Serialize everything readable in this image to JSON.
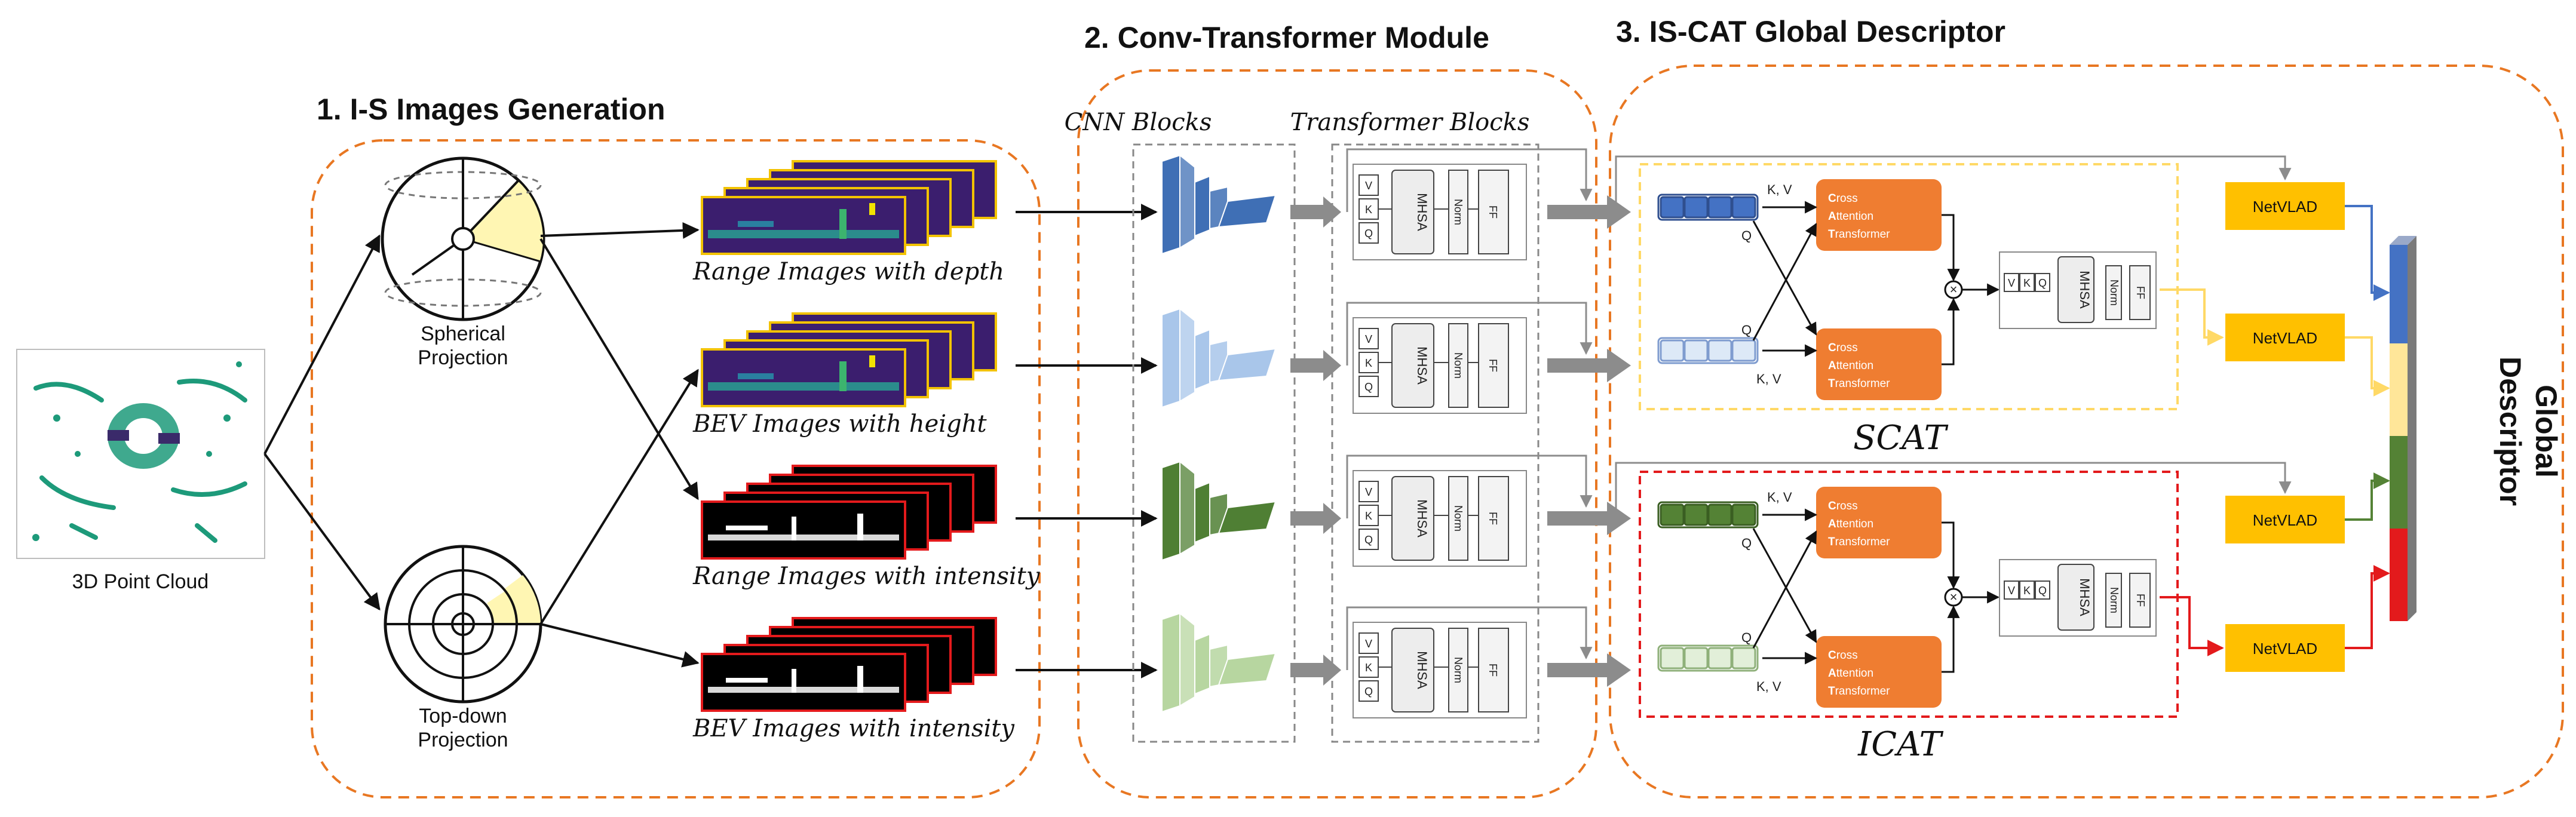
{
  "sections": {
    "s1_title": "1. I-S Images Generation",
    "s2_title": "2. Conv-Transformer Module",
    "s3_title": "3. IS-CAT Global Descriptor"
  },
  "input": {
    "label": "3D Point Cloud"
  },
  "projections": {
    "spherical": [
      "Spherical",
      "Projection"
    ],
    "topdown": [
      "Top-down",
      "Projection"
    ]
  },
  "image_stacks": [
    {
      "label": "Range Images with depth",
      "style": "viridis"
    },
    {
      "label": "BEV Images with height",
      "style": "viridis"
    },
    {
      "label": "Range Images with intensity",
      "style": "bw"
    },
    {
      "label": "BEV Images with intensity",
      "style": "bw"
    }
  ],
  "module": {
    "cnn_label": "CNN Blocks",
    "transformer_label": "Transformer Blocks",
    "mhsa": "MHSA",
    "norm": "Norm",
    "ff": "FF",
    "v": "V",
    "k": "K",
    "q": "Q",
    "cnn_colors": [
      "#3f6fb5",
      "#a9c6ea",
      "#4f7f34",
      "#b7d6a0"
    ]
  },
  "cat": {
    "kv": "K, V",
    "q": "Q",
    "line1": [
      "C",
      "ross"
    ],
    "line2": [
      "A",
      "ttention"
    ],
    "line3": [
      "T",
      "ransformer"
    ],
    "scat": "SCAT",
    "icat": "ICAT",
    "color": "#ef7d31"
  },
  "netvlad": {
    "label": "NetVLAD",
    "color": "#ffc000"
  },
  "global": {
    "line1": "Global",
    "line2": "Descriptor",
    "segment_colors": [
      "#4472c4",
      "#ffe699",
      "#548235",
      "#e31a1c"
    ]
  },
  "colors": {
    "dashed_orange": "#e87722",
    "scat_border": "#ffd966",
    "icat_border": "#e31a1c",
    "gray_arrow": "#8c8c8c"
  }
}
